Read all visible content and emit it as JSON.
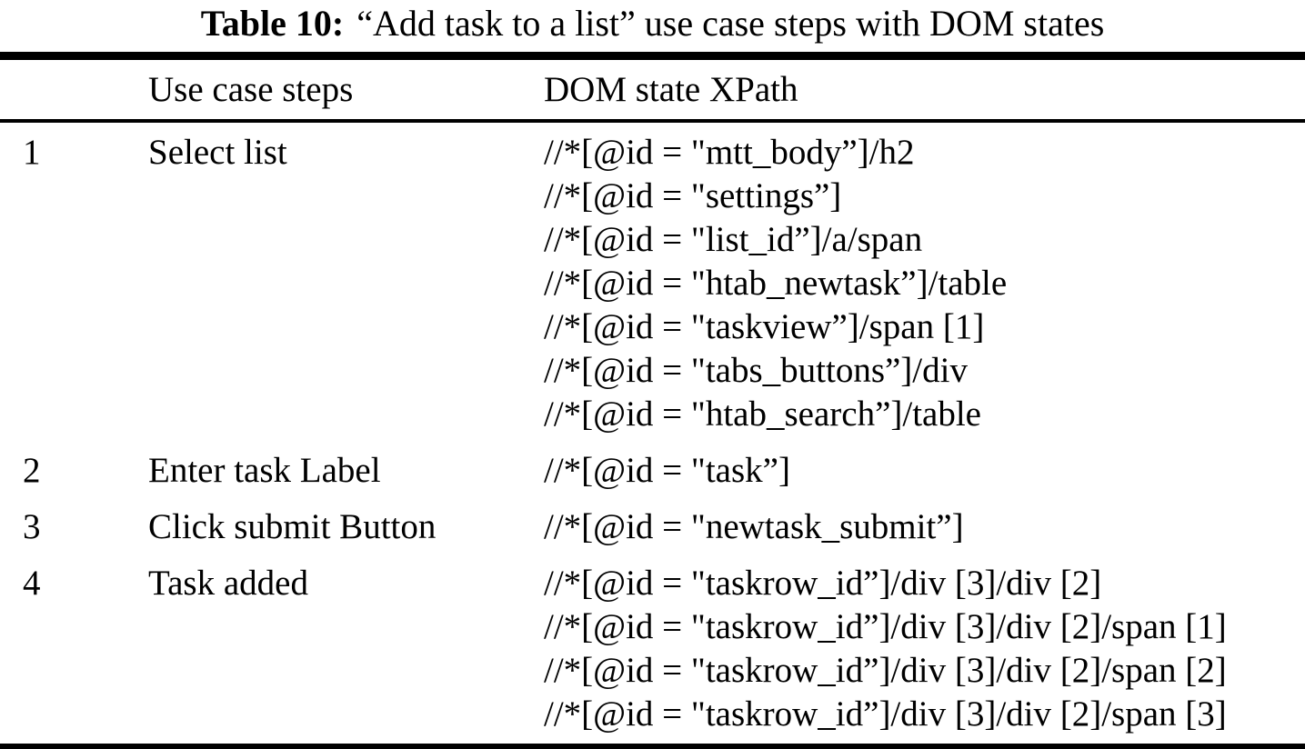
{
  "caption": {
    "label": "Table 10:",
    "text": "“Add task to a list” use case steps with DOM states"
  },
  "table": {
    "headers": [
      "",
      "Use case steps",
      "DOM state XPath"
    ],
    "rows": [
      {
        "step": "1",
        "action": "Select list",
        "xpaths": [
          "//*[@id = \"mtt_body”]/h2",
          "//*[@id = \"settings”]",
          "//*[@id = \"list_id”]/a/span",
          "//*[@id = \"htab_newtask”]/table",
          "//*[@id = \"taskview”]/span [1]",
          "//*[@id = \"tabs_buttons”]/div",
          "//*[@id = \"htab_search”]/table"
        ]
      },
      {
        "step": "2",
        "action": "Enter task Label",
        "xpaths": [
          "//*[@id = \"task”]"
        ]
      },
      {
        "step": "3",
        "action": "Click submit Button",
        "xpaths": [
          "//*[@id = \"newtask_submit”]"
        ]
      },
      {
        "step": "4",
        "action": "Task added",
        "xpaths": [
          "//*[@id = \"taskrow_id”]/div [3]/div [2]",
          "//*[@id = \"taskrow_id”]/div [3]/div [2]/span [1]",
          "//*[@id = \"taskrow_id”]/div [3]/div [2]/span [2]",
          "//*[@id = \"taskrow_id”]/div [3]/div [2]/span [3]"
        ]
      }
    ]
  }
}
